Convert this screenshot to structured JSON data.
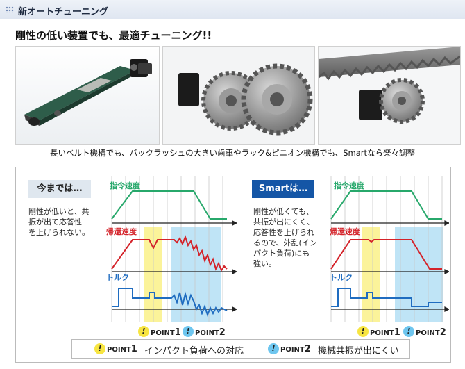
{
  "header": {
    "title": "新オートチューニング"
  },
  "headline": "剛性の低い装置でも、最適チューニング!!",
  "caption": "長いベルト機構でも、バックラッシュの大きい歯車やラック&ピニオン機構でも、Smartなら楽々調整",
  "comparison": {
    "before": {
      "label": "今までは…",
      "description": [
        "剛性が低いと、共",
        "振が出て応答性",
        "を上げられない。"
      ],
      "chart_data": {
        "type": "line",
        "series": [
          {
            "name": "指令速度",
            "color": "#27a86b",
            "description": "trapezoid: rises, flat, falls"
          },
          {
            "name": "帰還速度",
            "color": "#d4232a",
            "description": "dip at impact, oscillation during deceleration"
          },
          {
            "name": "トルク",
            "color": "#1f6cc0",
            "description": "step with spike and oscillation"
          }
        ],
        "grid": true
      }
    },
    "smart": {
      "label": "Smartは…",
      "description": [
        "剛性が低くても、",
        "共振が出にくく、",
        "応答性を上げられ",
        "るので、外乱(イン",
        "パクト負荷)にも",
        "強い。"
      ],
      "chart_data": {
        "type": "line",
        "series": [
          {
            "name": "指令速度",
            "color": "#27a86b",
            "description": "trapezoid"
          },
          {
            "name": "帰還速度",
            "color": "#d4232a",
            "description": "smooth, follows command"
          },
          {
            "name": "トルク",
            "color": "#1f6cc0",
            "description": "clean steps"
          }
        ],
        "grid": true
      }
    },
    "point_word": "POINT",
    "point1_num": "1",
    "point2_num": "2",
    "icon_mark": "!"
  },
  "legend": {
    "point1_text": "インパクト負荷への対応",
    "point2_text": "機械共振が出にくい"
  },
  "colors": {
    "green": "#27a86b",
    "red": "#d4232a",
    "blue": "#1f6cc0",
    "highlight_yellow": "#fbf39a",
    "highlight_blue": "#bfe4f6",
    "brand": "#1556a6"
  }
}
